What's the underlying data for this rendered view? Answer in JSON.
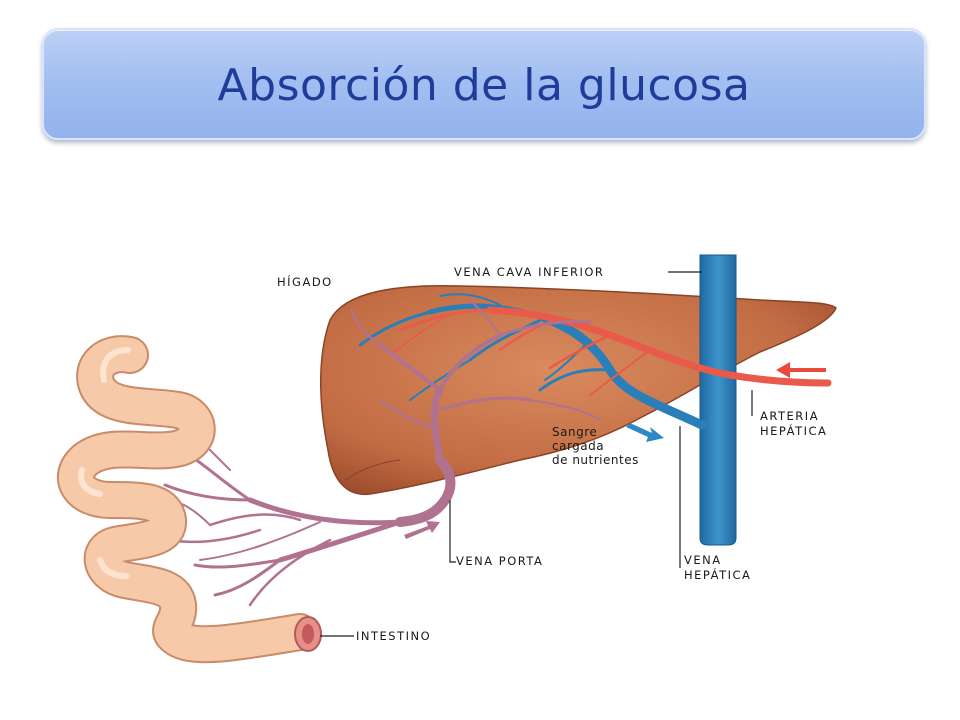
{
  "title": "Absorción de la glucosa",
  "labels": {
    "liver": "HÍGADO",
    "inferior_vena_cava": "VENA CAVA INFERIOR",
    "hepatic_artery_1": "ARTERIA",
    "hepatic_artery_2": "HEPÁTICA",
    "nutrient_blood_1": "Sangre",
    "nutrient_blood_2": "cargada",
    "nutrient_blood_3": "de nutrientes",
    "portal_vein": "VENA PORTA",
    "hepatic_vein_1": "VENA",
    "hepatic_vein_2": "HEPÁTICA",
    "intestine": "INTESTINO"
  },
  "colors": {
    "title_bg": "#a3bff1",
    "title_text": "#1f3c9a",
    "liver": "#c8734a",
    "vein": "#2b7fb8",
    "artery": "#ea5a4a",
    "portal": "#b0728f",
    "intestine": "#f5c6a6"
  }
}
